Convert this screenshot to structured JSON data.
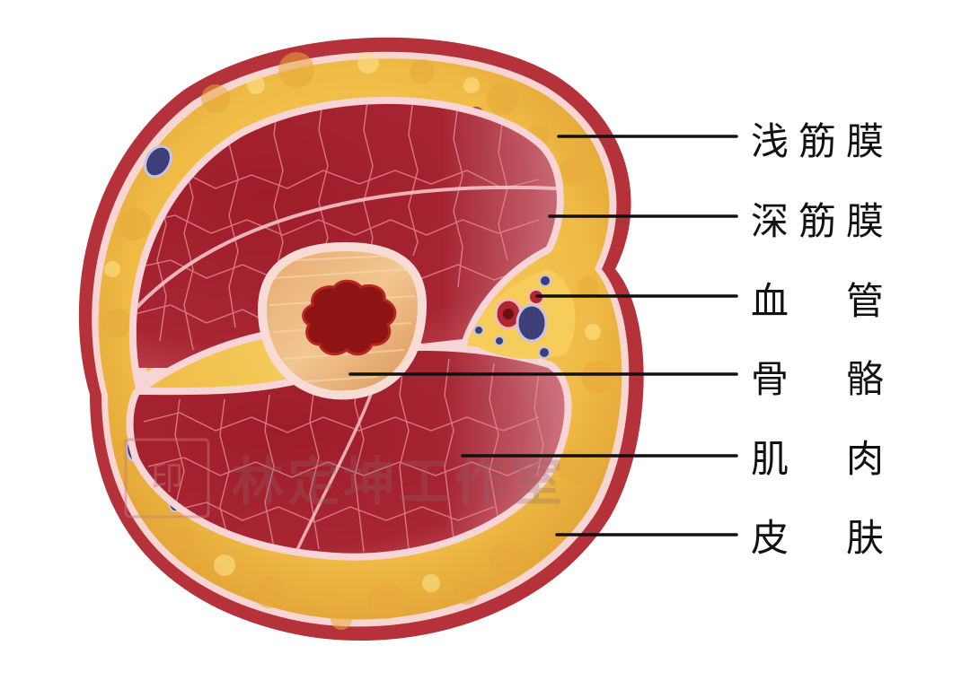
{
  "diagram": {
    "labels": [
      {
        "id": "superficial-fascia",
        "chars": [
          "浅",
          "筋",
          "膜"
        ]
      },
      {
        "id": "deep-fascia",
        "chars": [
          "深",
          "筋",
          "膜"
        ]
      },
      {
        "id": "blood-vessel",
        "chars": [
          "血",
          "管"
        ]
      },
      {
        "id": "bone",
        "chars": [
          "骨",
          "骼"
        ]
      },
      {
        "id": "muscle",
        "chars": [
          "肌",
          "肉"
        ]
      },
      {
        "id": "skin",
        "chars": [
          "皮",
          "肤"
        ]
      }
    ],
    "watermark": "林定坤工作室"
  },
  "colors": {
    "skin": "#b5323a",
    "fat": "#f2c04e",
    "muscle": "#a8202e",
    "fascia": "#f7d4d6",
    "bone": "#e9b27a",
    "marrow": "#8e1414",
    "vein": "#3c3f78",
    "artery": "#b1252e"
  }
}
